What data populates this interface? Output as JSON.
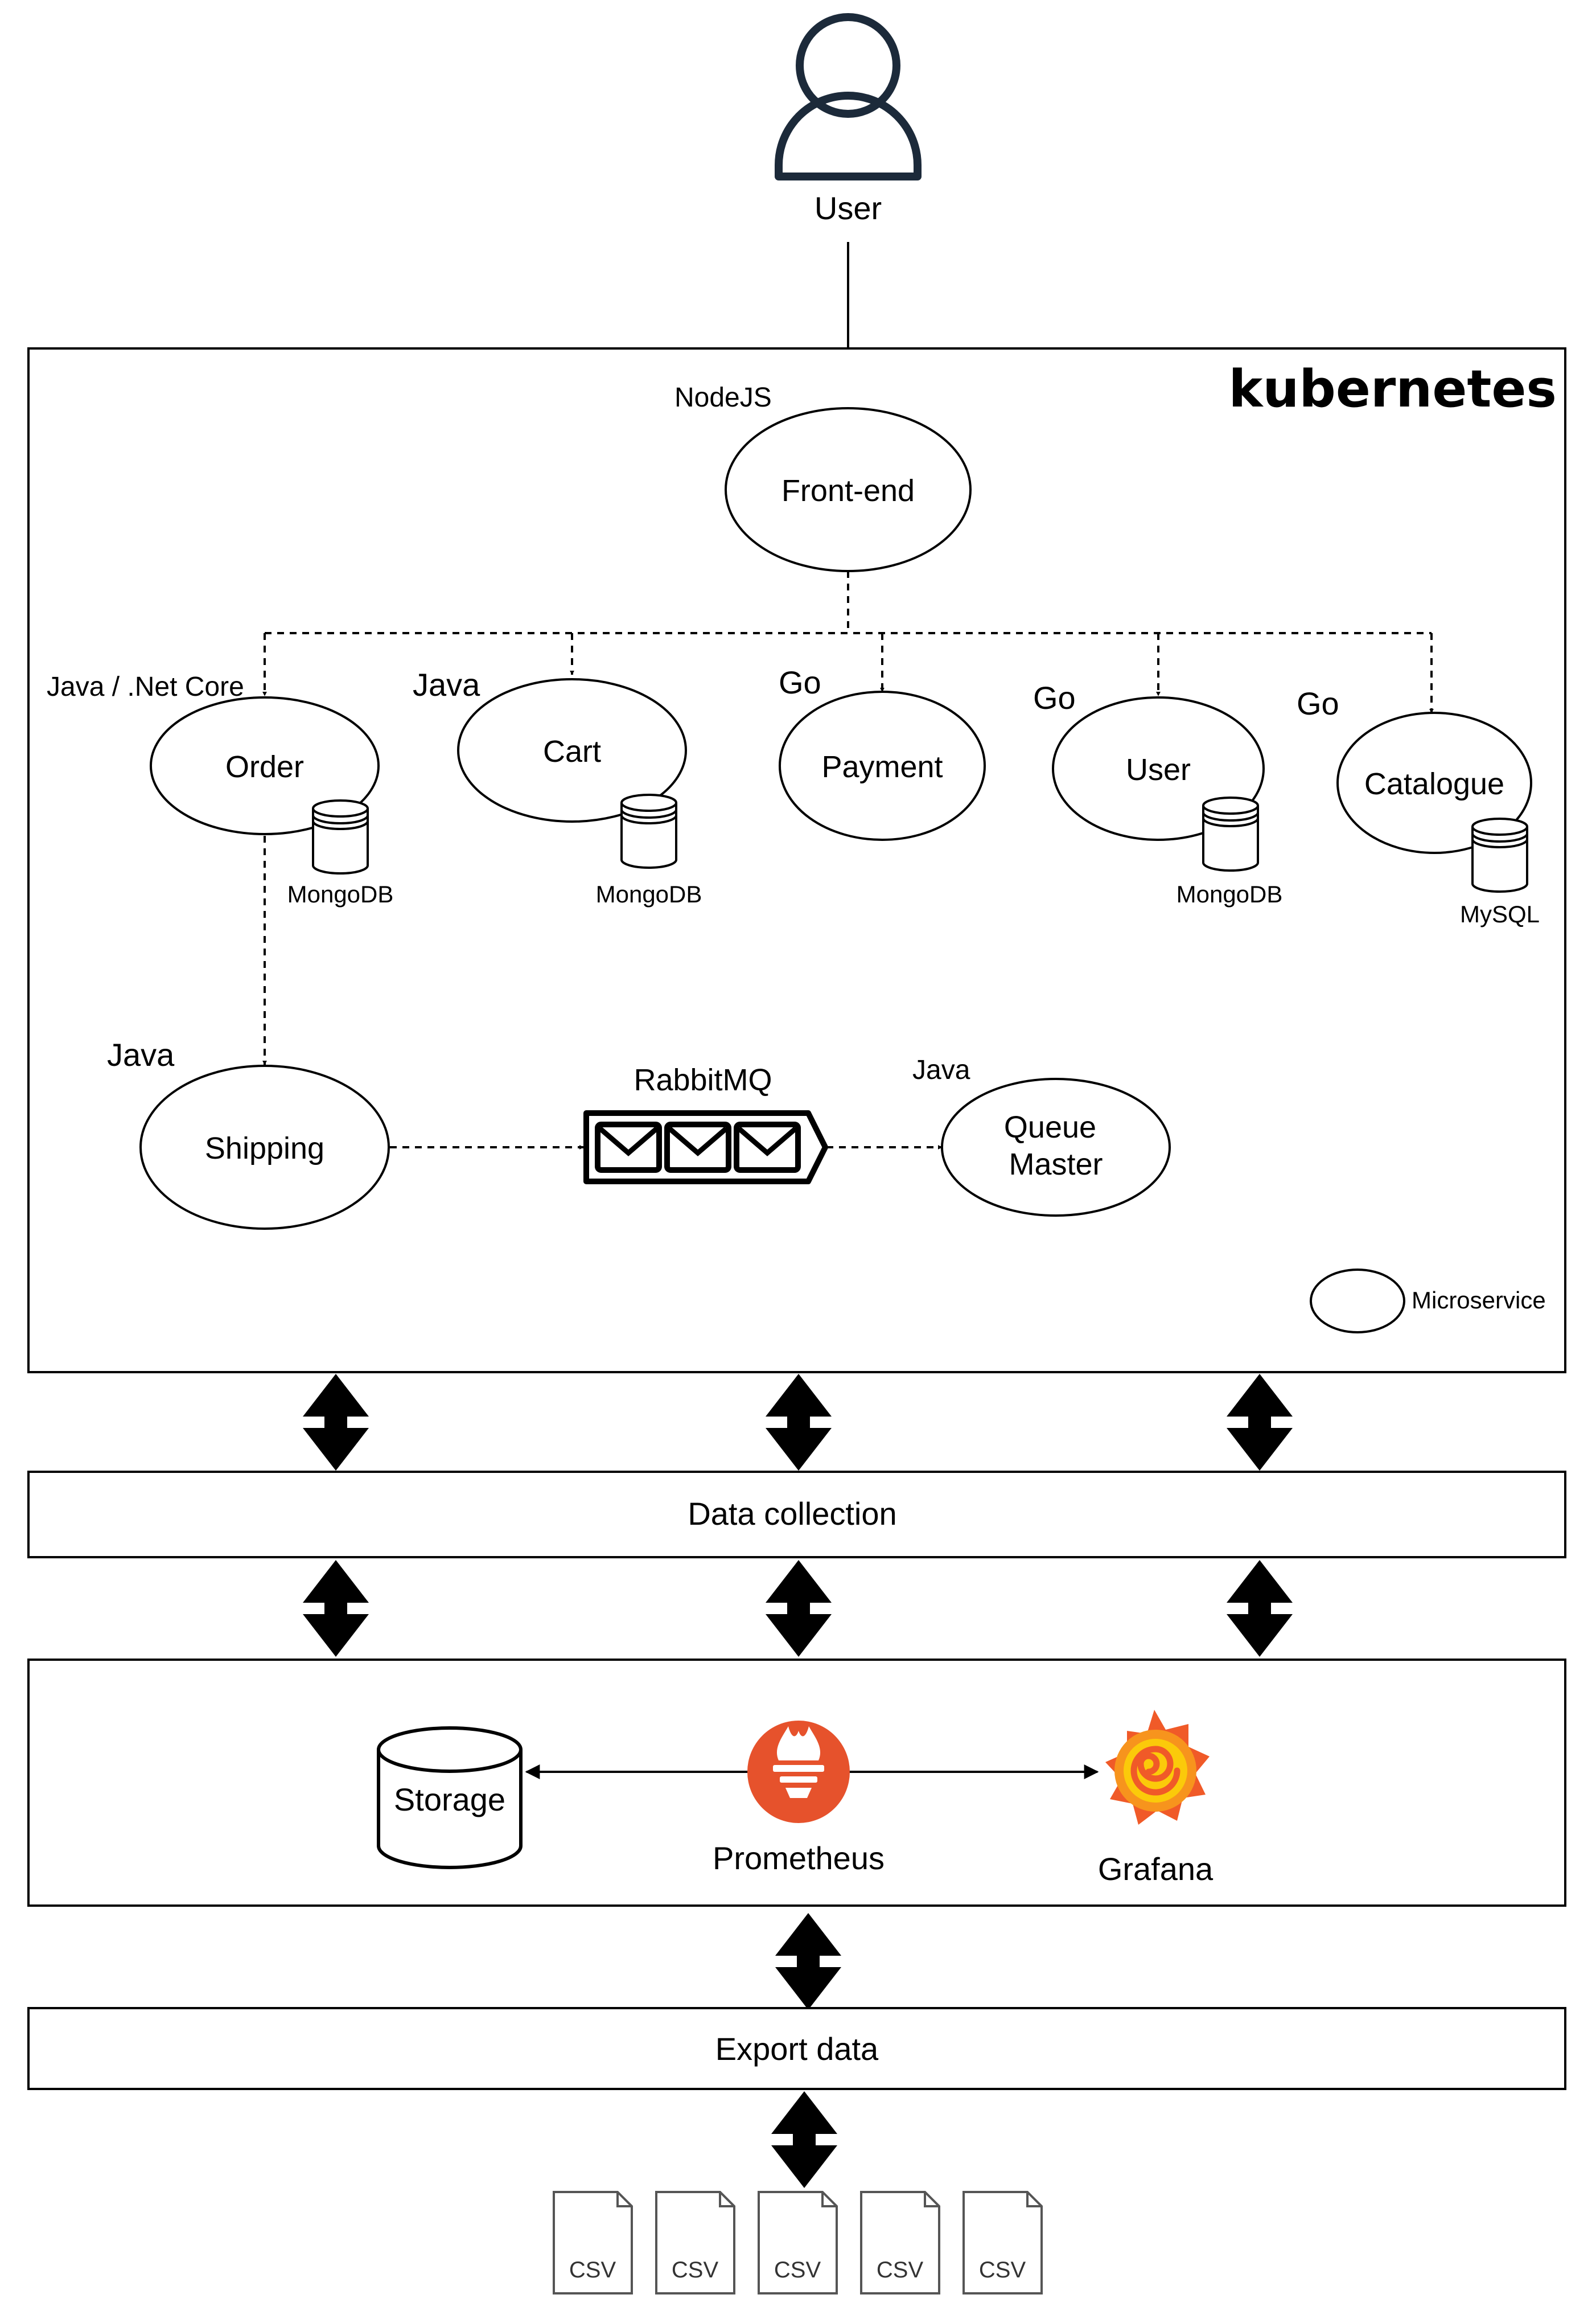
{
  "user": {
    "label": "User"
  },
  "kubernetes": {
    "label": "kubernetes",
    "color": "#3a6ab5"
  },
  "frontend": {
    "label": "Front-end",
    "tech": "NodeJS"
  },
  "services": {
    "order": {
      "label": "Order",
      "tech": "Java / .Net Core",
      "db": "MongoDB"
    },
    "cart": {
      "label": "Cart",
      "tech": "Java",
      "db": "MongoDB"
    },
    "payment": {
      "label": "Payment",
      "tech": "Go"
    },
    "user": {
      "label": "User",
      "tech": "Go",
      "db": "MongoDB"
    },
    "catalogue": {
      "label": "Catalogue",
      "tech": "Go",
      "db": "MySQL"
    },
    "shipping": {
      "label": "Shipping",
      "tech": "Java"
    },
    "queue_master": {
      "label_line1": "Queue",
      "label_line2": "Master",
      "tech": "Java"
    }
  },
  "rabbitmq": {
    "label": "RabbitMQ"
  },
  "legend": {
    "label": "Microservice"
  },
  "data_collection": {
    "label": "Data collection"
  },
  "monitoring": {
    "storage": "Storage",
    "prometheus": {
      "label": "Prometheus",
      "color": "#e6522c"
    },
    "grafana": {
      "label": "Grafana",
      "color_outer": "#f05a28",
      "color_inner": "#fbca0a"
    }
  },
  "export": {
    "label": "Export data"
  },
  "files": [
    "CSV",
    "CSV",
    "CSV",
    "CSV",
    "CSV"
  ]
}
